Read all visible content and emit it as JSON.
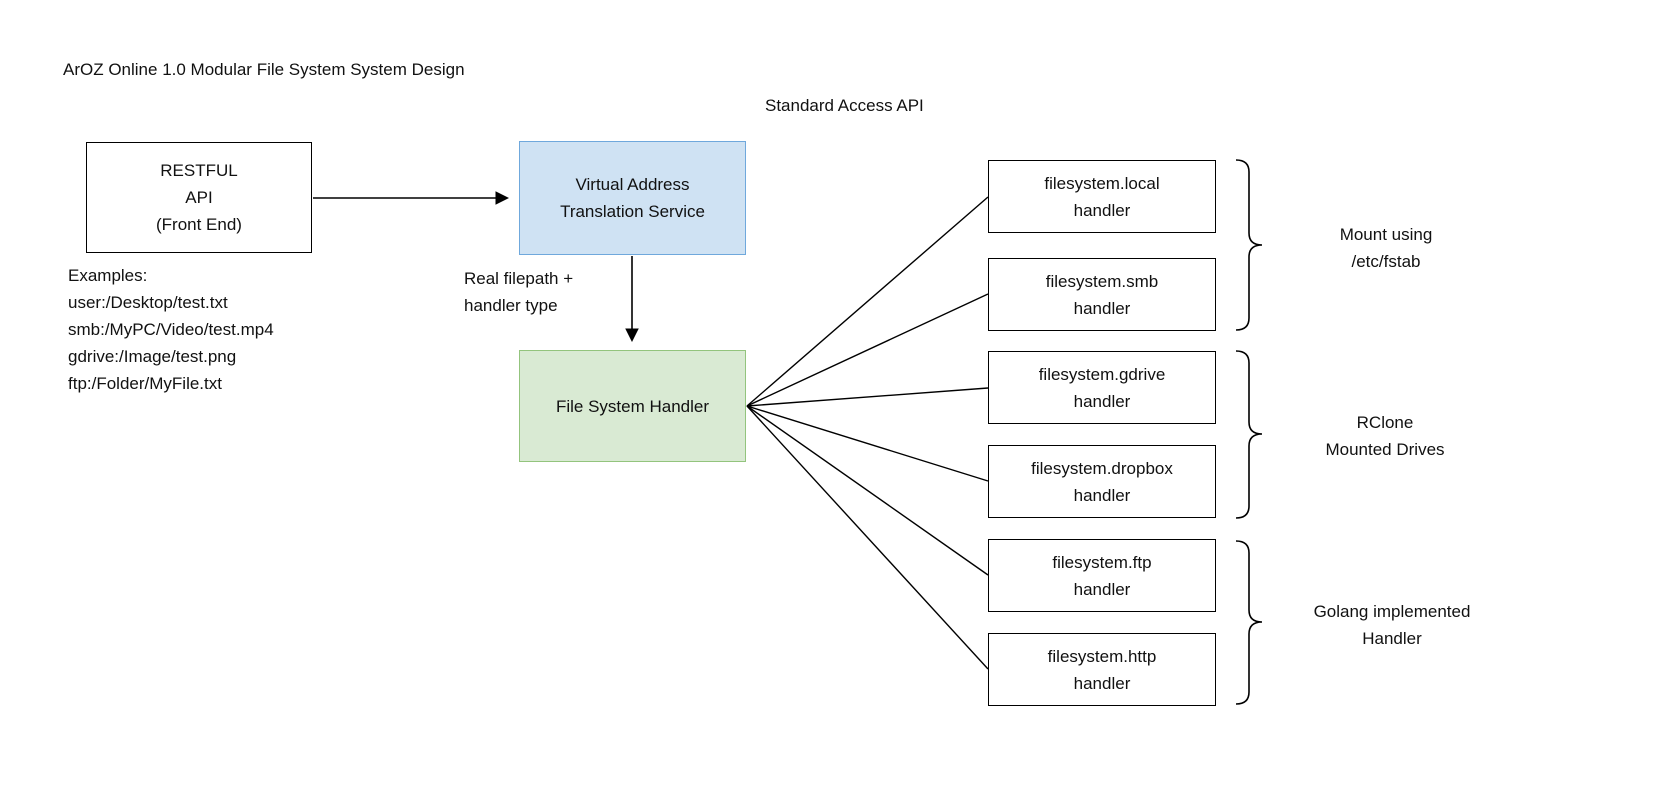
{
  "diagram": {
    "title": "ArOZ Online 1.0 Modular File System System Design",
    "api_label": "Standard Access API",
    "edge_label": "Real filepath +\nhandler type",
    "examples": {
      "heading": "Examples:",
      "items": [
        "user:/Desktop/test.txt",
        "smb:/MyPC/Video/test.mp4",
        "gdrive:/Image/test.png",
        "ftp:/Folder/MyFile.txt"
      ]
    },
    "nodes": {
      "restful": {
        "text": "RESTFUL\nAPI\n(Front End)",
        "fill": "#ffffff",
        "border": "#000000"
      },
      "vats": {
        "text": "Virtual Address\nTranslation Service",
        "fill": "#cfe2f3",
        "border": "#6fa8dc"
      },
      "fsh": {
        "text": "File System Handler",
        "fill": "#d9ead3",
        "border": "#93c47d"
      }
    },
    "handlers": [
      {
        "text": "filesystem.local\nhandler"
      },
      {
        "text": "filesystem.smb\nhandler"
      },
      {
        "text": "filesystem.gdrive\nhandler"
      },
      {
        "text": "filesystem.dropbox\nhandler"
      },
      {
        "text": "filesystem.ftp\nhandler"
      },
      {
        "text": "filesystem.http\nhandler"
      }
    ],
    "groups": [
      {
        "label": "Mount using\n/etc/fstab"
      },
      {
        "label": "RClone\nMounted Drives"
      },
      {
        "label": "Golang implemented\nHandler"
      }
    ],
    "colors": {
      "line": "#000000"
    }
  }
}
